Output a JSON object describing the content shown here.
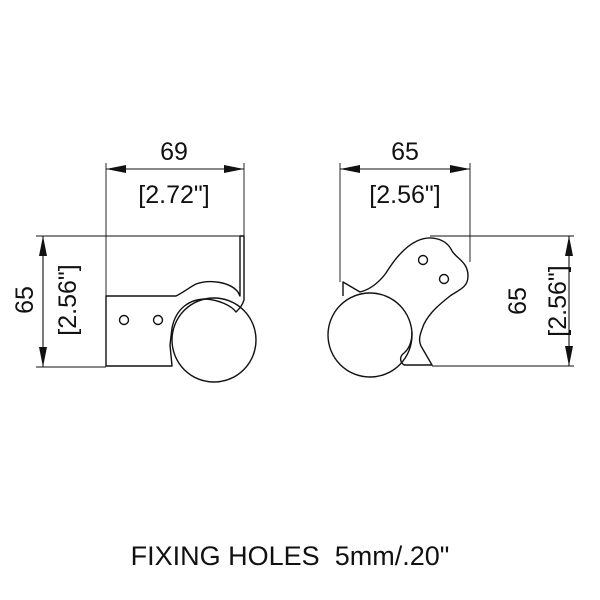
{
  "left_view": {
    "width": {
      "mm": "69",
      "inch": "[2.72\"]"
    },
    "height": {
      "mm": "65",
      "inch": "[2.56\"]"
    }
  },
  "right_view": {
    "width": {
      "mm": "65",
      "inch": "[2.56\"]"
    },
    "height": {
      "mm": "65",
      "inch": "[2.56\"]"
    }
  },
  "caption": "FIXING HOLES  5mm/.20\""
}
